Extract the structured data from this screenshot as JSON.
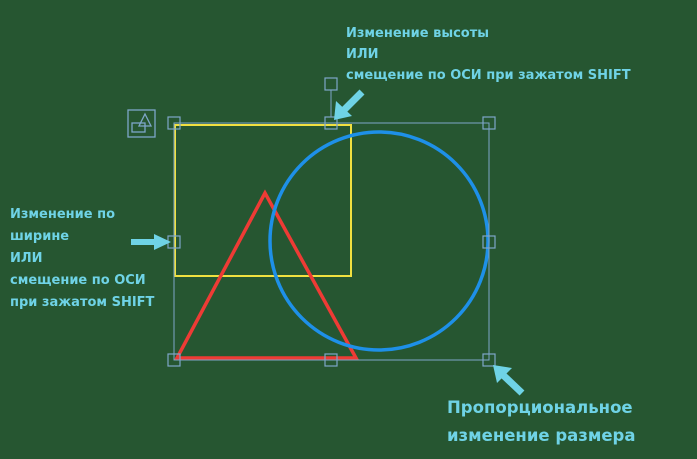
{
  "colors": {
    "background": "#265631",
    "label": "#6fd3e6",
    "selection": "#7ea6c9",
    "rectangle": "#f0e040",
    "triangle": "#ee3b35",
    "circle": "#1e90e8"
  },
  "labels": {
    "top": [
      "Изменение высоты",
      "ИЛИ",
      "смещение по ОСИ при зажатом SHIFT"
    ],
    "left": [
      "Изменение по",
      "ширине",
      "ИЛИ",
      "смещение по ОСИ",
      "при зажатом SHIFT"
    ],
    "bottom_right": [
      "Пропорциональное",
      "изменение размера"
    ]
  },
  "icons": {
    "group": "group-shapes-icon"
  }
}
